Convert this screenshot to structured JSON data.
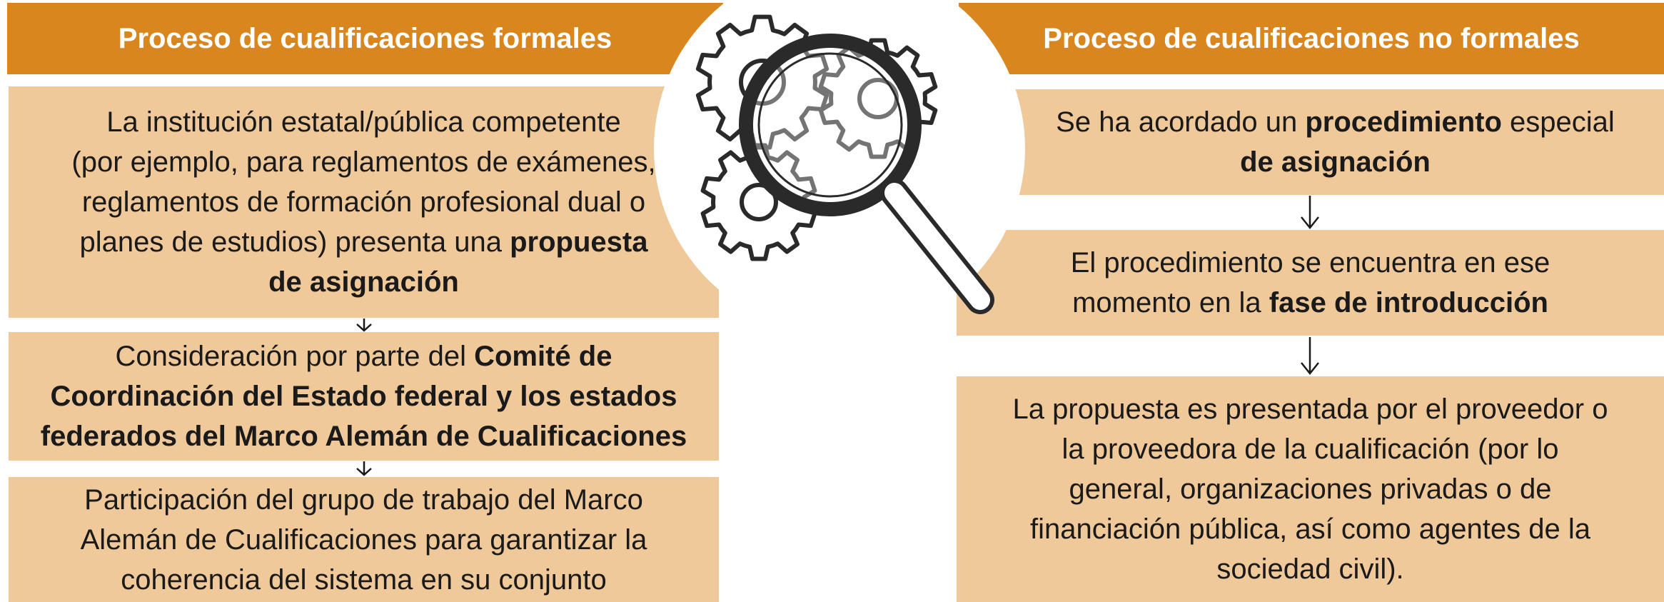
{
  "left": {
    "header": "Proceso de cualificaciones formales",
    "steps": [
      {
        "lines": [
          {
            "parts": [
              {
                "t": "La institución estatal/pública competente",
                "b": false
              }
            ]
          },
          {
            "parts": [
              {
                "t": "(por ejemplo, para reglamentos de exámenes,",
                "b": false
              }
            ]
          },
          {
            "parts": [
              {
                "t": "reglamentos de formación profesional dual o",
                "b": false
              }
            ]
          },
          {
            "parts": [
              {
                "t": "planes de estudios) presenta una ",
                "b": false
              },
              {
                "t": "propuesta",
                "b": true
              }
            ]
          },
          {
            "parts": [
              {
                "t": "de asignación",
                "b": true
              }
            ]
          }
        ]
      },
      {
        "lines": [
          {
            "parts": [
              {
                "t": "Consideración por parte del ",
                "b": false
              },
              {
                "t": "Comité de",
                "b": true
              }
            ]
          },
          {
            "parts": [
              {
                "t": "Coordinación del Estado federal y los estados",
                "b": true
              }
            ]
          },
          {
            "parts": [
              {
                "t": "federados del Marco Alemán de Cualificaciones",
                "b": true
              }
            ]
          }
        ]
      },
      {
        "lines": [
          {
            "parts": [
              {
                "t": "Participación del grupo de trabajo del Marco",
                "b": false
              }
            ]
          },
          {
            "parts": [
              {
                "t": "Alemán de Cualificaciones para garantizar la",
                "b": false
              }
            ]
          },
          {
            "parts": [
              {
                "t": "coherencia del sistema en su conjunto",
                "b": false
              }
            ]
          }
        ]
      }
    ]
  },
  "right": {
    "header": "Proceso de cualificaciones no formales",
    "steps": [
      {
        "lines": [
          {
            "parts": [
              {
                "t": "Se ha acordado un ",
                "b": false
              },
              {
                "t": "procedimiento",
                "b": true
              },
              {
                "t": " especial",
                "b": false
              }
            ]
          },
          {
            "parts": [
              {
                "t": "de asignación",
                "b": true
              }
            ]
          }
        ]
      },
      {
        "lines": [
          {
            "parts": [
              {
                "t": "El procedimiento se encuentra en ese",
                "b": false
              }
            ]
          },
          {
            "parts": [
              {
                "t": "momento en la ",
                "b": false
              },
              {
                "t": "fase de introducción",
                "b": true
              }
            ]
          }
        ]
      },
      {
        "lines": [
          {
            "parts": [
              {
                "t": "La propuesta es presentada por el proveedor o",
                "b": false
              }
            ]
          },
          {
            "parts": [
              {
                "t": "la proveedora de la cualificación (por lo",
                "b": false
              }
            ]
          },
          {
            "parts": [
              {
                "t": "general, organizaciones privadas o de",
                "b": false
              }
            ]
          },
          {
            "parts": [
              {
                "t": "financiación pública, así como agentes de la",
                "b": false
              }
            ]
          },
          {
            "parts": [
              {
                "t": "sociedad civil).",
                "b": false
              }
            ]
          }
        ]
      }
    ]
  },
  "icon": "gears-magnifier-icon",
  "colors": {
    "header": "#d9861e",
    "box": "#f0c99a",
    "text": "#1a1a1a"
  }
}
